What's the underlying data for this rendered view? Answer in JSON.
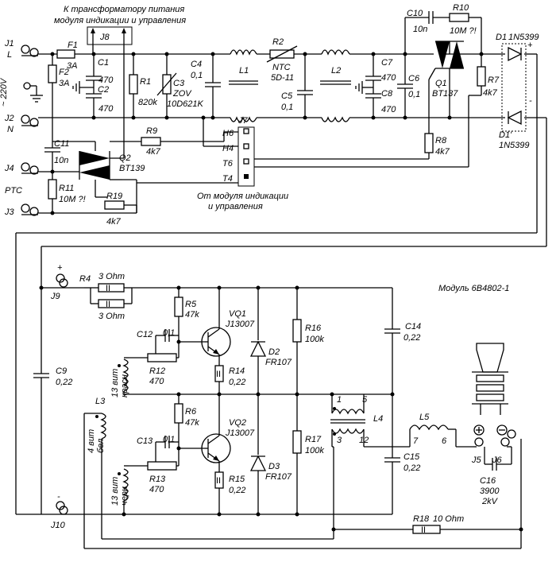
{
  "texts": {
    "top_note_1": "К трансформатору питания",
    "top_note_2": "модуля индикации и управления",
    "module_note_1": "От модуля индикации",
    "module_note_2": "и управления",
    "module_name": "Модуль 6В4802-1",
    "mains": "~ 220V",
    "ptc": "PTC"
  },
  "connectors": {
    "j1": "J1",
    "j1_sig": "L",
    "j2": "J2",
    "j2_sig": "N",
    "j3": "J3",
    "j4": "J4",
    "j5": "J5",
    "j6": "J6",
    "j7": "J7",
    "j8": "J8",
    "j9": "J9",
    "j10": "J10",
    "j7_pins": [
      "H6",
      "H4",
      "T6",
      "T4"
    ],
    "plus": "+",
    "minus": "-"
  },
  "components": {
    "f1": "F1",
    "f1_val": "3A",
    "f2": "F2",
    "f2_val": "3A",
    "c1": "C1",
    "c1_val": "470",
    "c2": "C2",
    "c2_val": "470",
    "r1": "R1",
    "r1_val": "820k",
    "c3": "C3",
    "c3_val": "ZOV",
    "c3_val2": "10D621K",
    "c4": "C4",
    "c4_val": "0,1",
    "l1": "L1",
    "l2": "L2",
    "r2": "R2",
    "r2_val": "NTC",
    "r2_val2": "5D-11",
    "c5": "C5",
    "c5_val": "0,1",
    "c7": "C7",
    "c7_val": "470",
    "c8": "C8",
    "c8_val": "470",
    "c6": "C6",
    "c6_val": "0,1",
    "c10": "C10",
    "c10_val": "10n",
    "r10": "R10",
    "r10_val": "10M ?!",
    "q1": "Q1",
    "q1_val": "BT137",
    "r7": "R7",
    "r7_val": "4k7",
    "r8": "R8",
    "r8_val": "4k7",
    "d1": "D1",
    "d1_val": "1N5399",
    "d1p": "D1'",
    "d1p_val": "1N5399",
    "c11": "C11",
    "c11_val": "10n",
    "q2": "Q2",
    "q2_val": "BT139",
    "r9": "R9",
    "r9_val": "4k7",
    "r11": "R11",
    "r11_val": "10M ?!",
    "r19": "R19",
    "r19_val": "4k7",
    "r4": "R4",
    "r4_val": "3 Ohm",
    "r4_val2": "3 Ohm",
    "r5": "R5",
    "r5_val": "47k",
    "vq1": "VQ1",
    "vq1_val": "J13007",
    "c12": "C12",
    "c12_val": "0,1",
    "r12": "R12",
    "r12_val": "470",
    "r14": "R14",
    "r14_val": "0,22",
    "d2": "D2",
    "d2_val": "FR107",
    "r16": "R16",
    "r16_val": "100k",
    "c14": "C14",
    "c14_val": "0,22",
    "c9": "C9",
    "c9_val": "0,22",
    "l3": "L3",
    "w13a": "13 вит",
    "w13a_c": "красн",
    "w4": "4 вит",
    "w4_c": "бел",
    "w13b": "13 вит",
    "w13b_c": "черн",
    "r6": "R6",
    "r6_val": "47k",
    "vq2": "VQ2",
    "vq2_val": "J13007",
    "c13": "C13",
    "c13_val": "0,1",
    "r13": "R13",
    "r13_val": "470",
    "r15": "R15",
    "r15_val": "0,22",
    "d3": "D3",
    "d3_val": "FR107",
    "r17": "R17",
    "r17_val": "100k",
    "l4": "L4",
    "l4_pins": [
      "1",
      "5",
      "3",
      "12"
    ],
    "l5": "L5",
    "l5_pins": [
      "7",
      "6"
    ],
    "c15": "C15",
    "c15_val": "0,22",
    "c16": "C16",
    "c16_val": "3900",
    "c16_val2": "2kV",
    "r18": "R18",
    "r18_val": "10 Ohm",
    "resistor_mark": "II"
  }
}
